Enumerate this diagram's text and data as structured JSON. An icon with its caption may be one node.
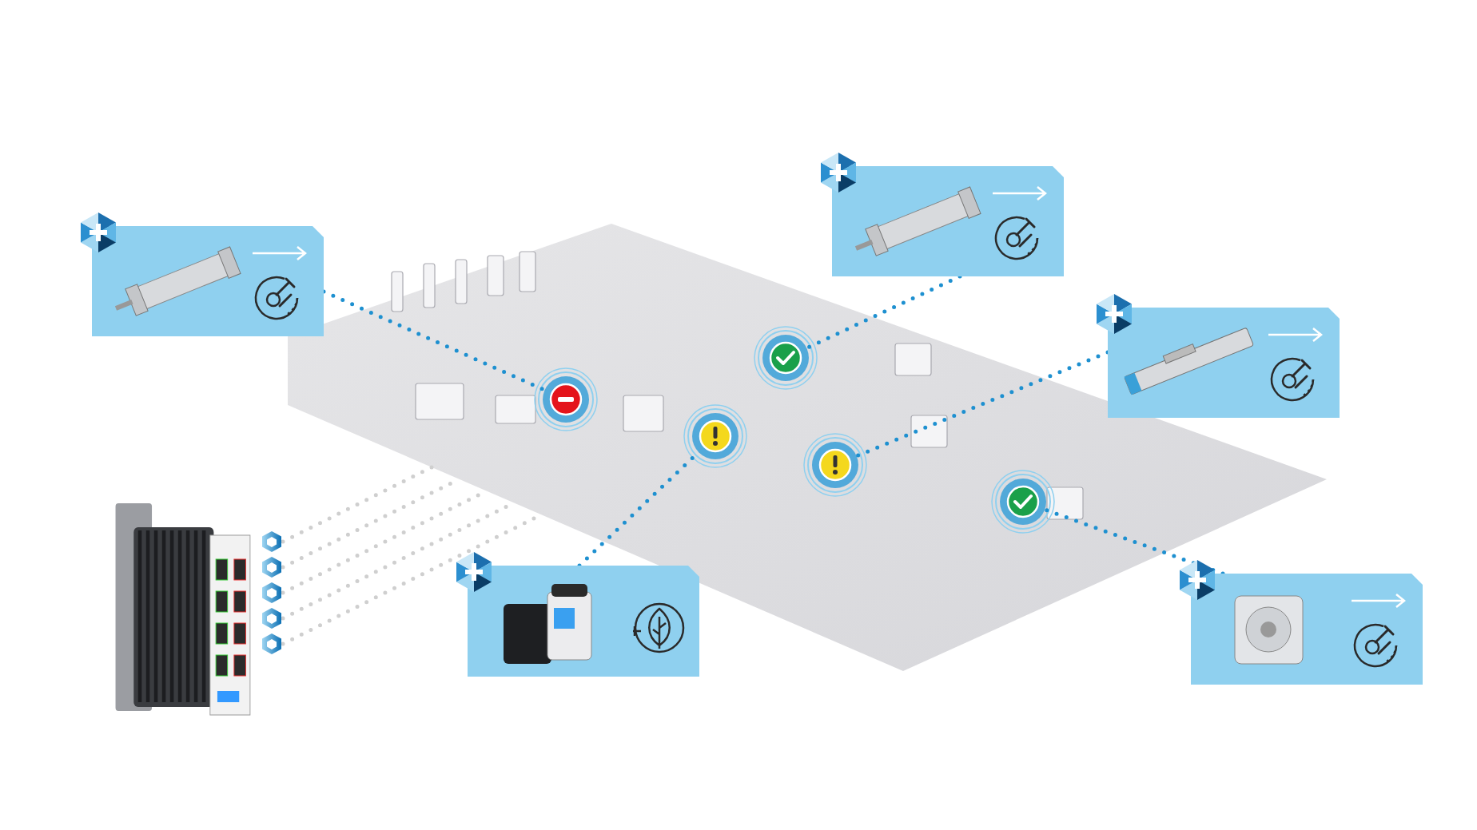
{
  "diagram": {
    "nodes": [
      {
        "text": [],
        "shape": "picture"
      },
      {
        "text": [],
        "shape": "circle",
        "in": 0
      },
      {
        "text": [],
        "shape": "circle",
        "in": 0
      },
      {
        "text": [],
        "shape": "circle",
        "in": 0
      },
      {
        "text": [],
        "shape": "circle",
        "in": 0
      },
      {
        "text": [],
        "shape": "circle",
        "in": 0
      },
      {
        "text": [],
        "shape": "picture"
      },
      {
        "text": [],
        "shape": "picture"
      },
      {
        "text": [],
        "shape": "picture"
      },
      {
        "text": [],
        "shape": "picture"
      },
      {
        "text": [],
        "shape": "picture"
      },
      {
        "text": [],
        "shape": "picture"
      },
      {
        "text": [],
        "shape": "hexagon"
      },
      {
        "text": [],
        "shape": "hexagon"
      },
      {
        "text": [],
        "shape": "hexagon"
      },
      {
        "text": [],
        "shape": "hexagon"
      },
      {
        "text": [],
        "shape": "hexagon"
      }
    ],
    "edges": [
      {
        "from": 6,
        "to": 1,
        "arrow": "none",
        "style": "dashed",
        "color": "#1e90d0"
      },
      {
        "from": 7,
        "to": 2,
        "arrow": "none",
        "style": "dashed",
        "color": "#1e90d0"
      },
      {
        "from": 8,
        "to": 4,
        "arrow": "none",
        "style": "dashed",
        "color": "#1e90d0"
      },
      {
        "from": 9,
        "to": 3,
        "arrow": "none",
        "style": "dashed",
        "color": "#1e90d0"
      },
      {
        "from": 10,
        "to": 5,
        "arrow": "none",
        "style": "dashed",
        "color": "#1e90d0"
      },
      {
        "from": 12,
        "to": 0,
        "arrow": "none",
        "style": "dashed",
        "color": "#cfcfcf"
      },
      {
        "from": 13,
        "to": 0,
        "arrow": "none",
        "style": "dashed",
        "color": "#cfcfcf"
      },
      {
        "from": 14,
        "to": 0,
        "arrow": "none",
        "style": "dashed",
        "color": "#cfcfcf"
      },
      {
        "from": 15,
        "to": 0,
        "arrow": "none",
        "style": "dashed",
        "color": "#cfcfcf"
      },
      {
        "from": 16,
        "to": 0,
        "arrow": "none",
        "style": "dashed",
        "color": "#cfcfcf"
      }
    ]
  }
}
